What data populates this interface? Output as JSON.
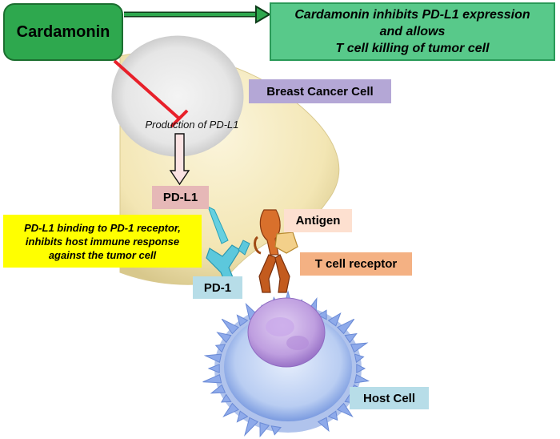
{
  "cardamonin": {
    "label": "Cardamonin"
  },
  "effect": {
    "lines": [
      "Cardamonin inhibits PD-L1 expression",
      "and allows",
      "T cell killing of tumor cell"
    ]
  },
  "breast_cell": {
    "label": "Breast Cancer Cell"
  },
  "production": {
    "label": "Production of PD-L1"
  },
  "pdl1": {
    "label": "PD-L1"
  },
  "antigen": {
    "label": "Antigen"
  },
  "binding_note": {
    "lines": [
      "PD-L1 binding to PD-1 receptor,",
      "inhibits host immune response",
      "against the tumor cell"
    ]
  },
  "tcr": {
    "label": "T cell receptor"
  },
  "pd1": {
    "label": "PD-1"
  },
  "host_cell": {
    "label": "Host Cell"
  },
  "colors": {
    "cardamonin_fill": "#2ea84e",
    "effect_fill": "#58c98a",
    "inhibit_arrow": "#e8202a",
    "breast_label": "#b4a7d6",
    "pdl1_label": "#e6b8b7",
    "binding_note": "#ffff00",
    "tcr_label": "#f4b183",
    "host_label": "#b7dde8"
  }
}
